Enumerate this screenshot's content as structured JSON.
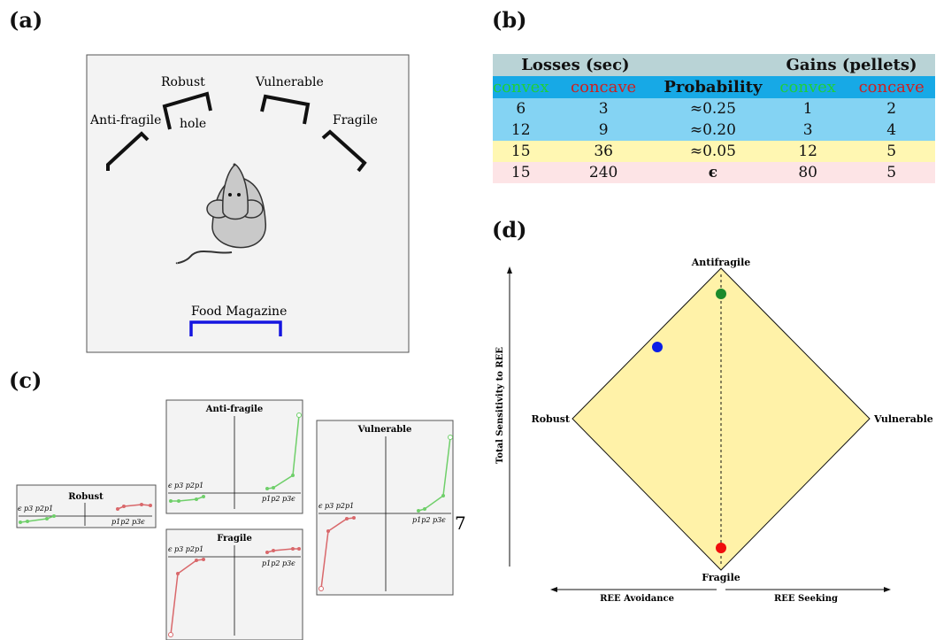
{
  "panels": {
    "a": "(a)",
    "b": "(b)",
    "c": "(c)",
    "d": "(d)"
  },
  "panel_a": {
    "labels": {
      "robust": "Robust",
      "vulnerable": "Vulnerable",
      "antifragile": "Anti-fragile",
      "fragile": "Fragile",
      "hole": "hole",
      "food": "Food Magazine"
    },
    "colors": {
      "background": "#f3f3f3",
      "magazine": "#1515e0",
      "mouse": "#c9c9c9"
    }
  },
  "panel_b": {
    "header1": {
      "losses": "Losses (sec)",
      "gains": "Gains (pellets)"
    },
    "header2": {
      "convex": "convex",
      "concave": "concave",
      "probability": "Probability",
      "convex2": "convex",
      "concave2": "concave"
    },
    "rows": [
      {
        "lc": "6",
        "lk": "3",
        "p": "≈0.25",
        "gc": "1",
        "gk": "2"
      },
      {
        "lc": "12",
        "lk": "9",
        "p": "≈0.20",
        "gc": "3",
        "gk": "4"
      },
      {
        "lc": "15",
        "lk": "36",
        "p": "≈0.05",
        "gc": "12",
        "gk": "5"
      },
      {
        "lc": "15",
        "lk": "240",
        "p": "ϵ",
        "gc": "80",
        "gk": "5"
      }
    ],
    "colors": {
      "header1": "#b9d3d6",
      "header2": "#17a9e6",
      "rows_blue": "#84d3f3",
      "row_yellow": "#fff7b2",
      "row_pink": "#fde4e6",
      "convex": "#1fcf3a",
      "concave": "#d0201e"
    }
  },
  "panel_c": {
    "titles": {
      "robust": "Robust",
      "antifragile": "Anti-fragile",
      "fragile": "Fragile",
      "vulnerable": "Vulnerable"
    },
    "ticks": {
      "eps": "ϵ",
      "p3": "p3",
      "p2": "p2",
      "p1": "p1"
    },
    "stray": "7",
    "colors": {
      "gain": "#6fcf6a",
      "loss": "#d9686b"
    }
  },
  "panel_d": {
    "labels": {
      "top": "Antifragile",
      "bottom": "Fragile",
      "left": "Robust",
      "right": "Vulnerable",
      "yaxis": "Total Sensitivity to REE",
      "xleft": "REE Avoidance",
      "xright": "REE Seeking"
    },
    "colors": {
      "fill": "#fff2a8",
      "green": "#1b8a2b",
      "blue": "#0b1ee6",
      "red": "#f00d0d"
    }
  }
}
